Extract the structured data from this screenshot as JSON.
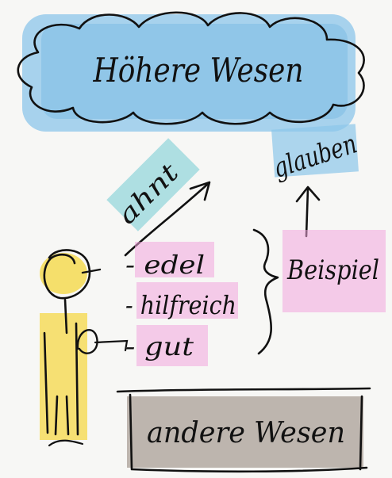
{
  "sketch": {
    "cloud_label": "Höhere Wesen",
    "believe_label": "glauben",
    "sense_label": "ahnt",
    "qualities": [
      "- edel",
      "- hilfreich",
      "- gut"
    ],
    "example_label": "Beispiel",
    "others_label": "andere Wesen"
  },
  "colors": {
    "ink": "#111111",
    "cloud_fill": "#8cc6ea",
    "pink_fill": "#f2a6dc",
    "yellow_fill": "#f5da52",
    "box_fill": "#a99f95",
    "teal_fill": "#8fd4da"
  }
}
